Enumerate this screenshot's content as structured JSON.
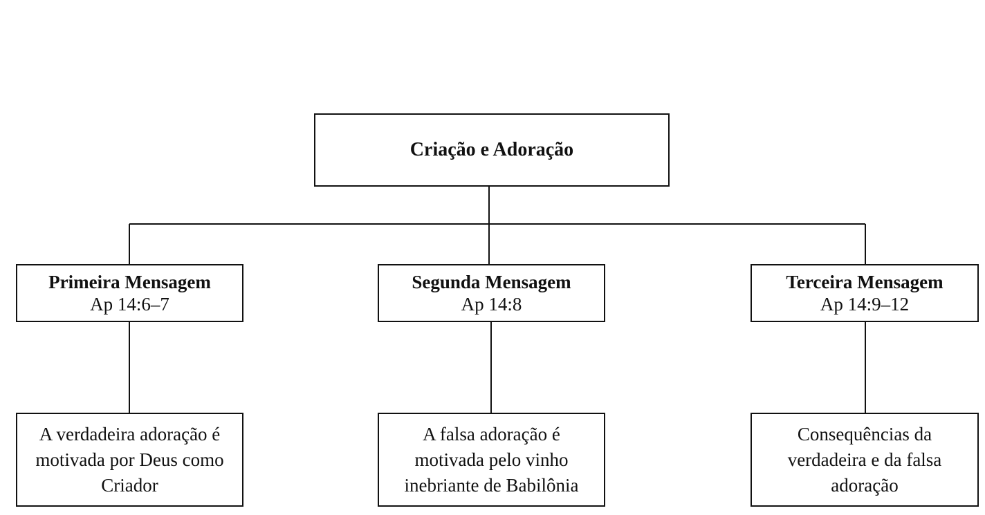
{
  "root": {
    "title": "Criação e Adoração"
  },
  "messages": [
    {
      "title": "Primeira Mensagem",
      "reference": "Ap 14:6–7",
      "description_lines": [
        "A verdadeira adoração é",
        "motivada por Deus como",
        "Criador"
      ]
    },
    {
      "title": "Segunda Mensagem",
      "reference": "Ap 14:8",
      "description_lines": [
        "A falsa adoração é",
        "motivada pelo vinho",
        "inebriante de Babilônia"
      ]
    },
    {
      "title": "Terceira Mensagem",
      "reference": "Ap 14:9–12",
      "description_lines": [
        "Consequências da",
        "verdadeira e da falsa",
        "adoração"
      ]
    }
  ]
}
